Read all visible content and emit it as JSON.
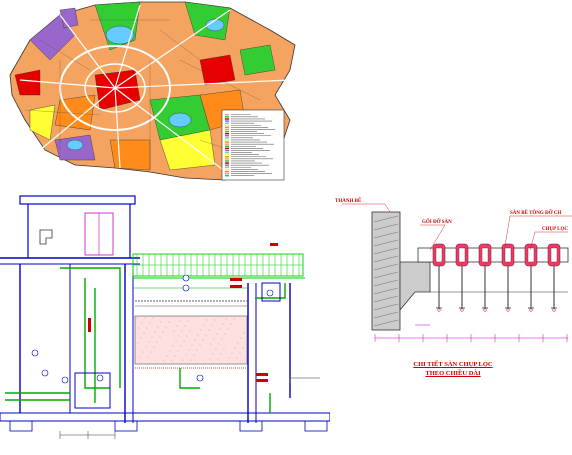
{
  "map": {
    "legend_rows": 30,
    "colors": {
      "residential": "#f4a460",
      "green": "#33cc33",
      "commercial": "#e60000",
      "public": "#9966cc",
      "water": "#66ccff",
      "yellow": "#ffff33",
      "mixed": "#ff8c1a"
    }
  },
  "section": {
    "colors": {
      "walls": "#0000cc",
      "pipes": "#00aa00",
      "filter_media": "#ffe0e0",
      "grate": "#00cc00",
      "marks": "#cc0000"
    }
  },
  "detail": {
    "labels": {
      "wall": "THÀNH BỂ",
      "beam": "GỐI ĐỠ SÀN",
      "slab": "SÀN BÊ TÔNG ĐỠ CH",
      "strainer": "CHỤP LỌC"
    },
    "caption": {
      "line1": "CHI TIẾT SÀN CHỤP LỌC",
      "line2": "THEO CHIỀU DÀI"
    },
    "colors": {
      "wall_fill": "#cccccc",
      "strainer": "#ff3366",
      "dim": "#cc00cc"
    }
  }
}
